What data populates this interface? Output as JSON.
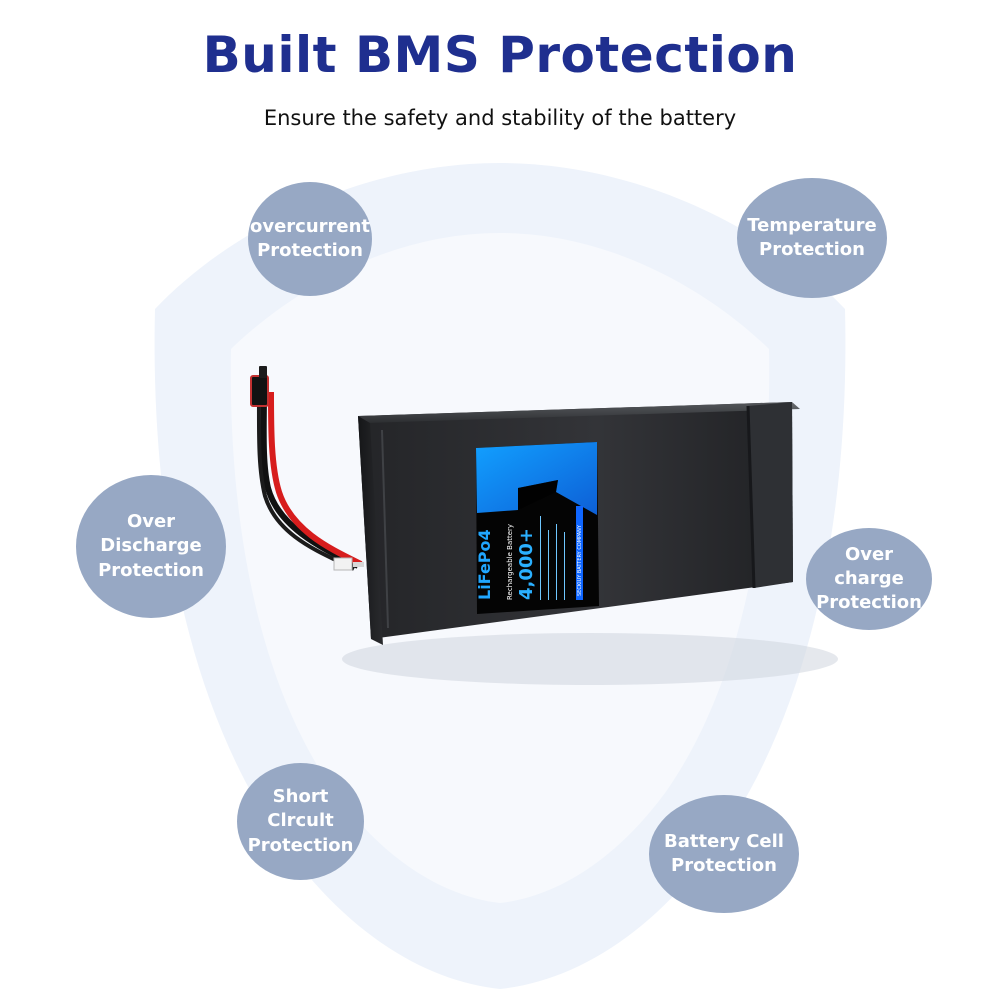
{
  "header": {
    "title": "Built BMS Protection",
    "subtitle": "Ensure the safety and stability of the battery"
  },
  "badges": [
    {
      "id": "overcurrent",
      "label": "overcurrent\nProtection"
    },
    {
      "id": "temperature",
      "label": "Temperature\nProtection"
    },
    {
      "id": "over-discharge",
      "label": "Over Discharge\nProtection"
    },
    {
      "id": "over-charge",
      "label": "Over charge\nProtection"
    },
    {
      "id": "short-circuit",
      "label": "Short Clrcult\nProtection"
    },
    {
      "id": "battery-cell",
      "label": "Battery Cell\nProtection"
    }
  ],
  "colors": {
    "title": "#1f2f8f",
    "subtitle": "#111111",
    "badge_fill": "#97a8c4",
    "shield_outer": "#eef3fb",
    "shield_inner": "#f7f9fd",
    "battery_dark": "#2a2b2d",
    "battery_side": "#1e1f21",
    "label_blue": "#20a6ff"
  },
  "icons": {
    "shield": "shield-shape",
    "battery": "battery-pack-icon"
  }
}
